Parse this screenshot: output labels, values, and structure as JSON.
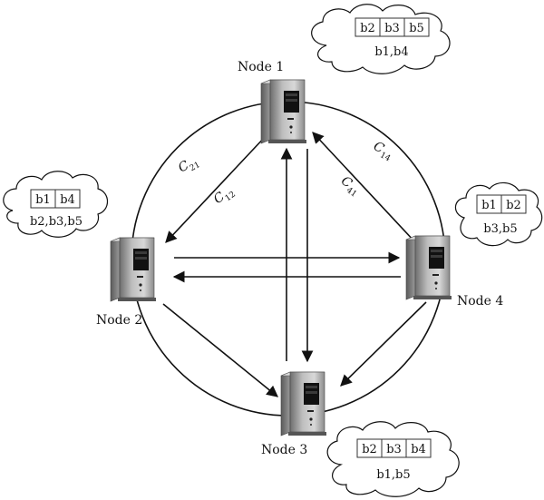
{
  "nodes": {
    "n1": {
      "label": "Node 1",
      "stored": [
        "b2",
        "b3",
        "b5"
      ],
      "missing": "b1,b4"
    },
    "n2": {
      "label": "Node 2",
      "stored": [
        "b1",
        "b4"
      ],
      "missing": "b2,b3,b5"
    },
    "n3": {
      "label": "Node 3",
      "stored": [
        "b2",
        "b3",
        "b4"
      ],
      "missing": "b1,b5"
    },
    "n4": {
      "label": "Node 4",
      "stored": [
        "b1",
        "b2"
      ],
      "missing": "b3,b5"
    }
  },
  "edge_labels": {
    "c21": {
      "main": "C",
      "sub": "21"
    },
    "c12": {
      "main": "C",
      "sub": "12"
    },
    "c14": {
      "main": "C",
      "sub": "14"
    },
    "c41": {
      "main": "C",
      "sub": "41"
    }
  }
}
